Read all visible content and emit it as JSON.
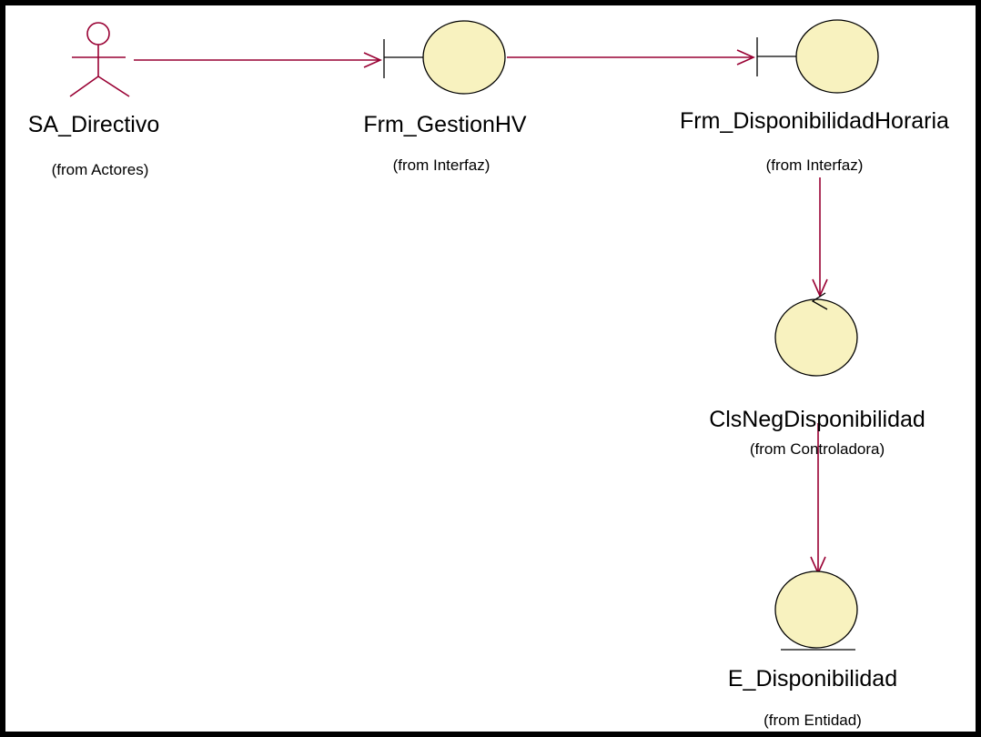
{
  "colors": {
    "link": "#990033",
    "actor": "#990033",
    "fill": "#f8f2bf",
    "outline": "#000000",
    "frame": "#000000"
  },
  "elements": {
    "actor": {
      "name": "SA_Directivo",
      "from": "(from Actores)",
      "kind": "actor",
      "icon": "actor-icon"
    },
    "gestion": {
      "name": "Frm_GestionHV",
      "from": "(from Interfaz)",
      "kind": "boundary",
      "icon": "boundary-icon"
    },
    "disponibilidad_horaria": {
      "name": "Frm_DisponibilidadHoraria",
      "from": "(from Interfaz)",
      "kind": "boundary",
      "icon": "boundary-icon"
    },
    "controladora": {
      "name": "ClsNegDisponibilidad",
      "from": "(from Controladora)",
      "kind": "control",
      "icon": "control-icon"
    },
    "entidad": {
      "name": "E_Disponibilidad",
      "from": "(from Entidad)",
      "kind": "entity",
      "icon": "entity-icon"
    }
  },
  "links": [
    {
      "from": "SA_Directivo",
      "to": "Frm_GestionHV"
    },
    {
      "from": "Frm_GestionHV",
      "to": "Frm_DisponibilidadHoraria"
    },
    {
      "from": "Frm_DisponibilidadHoraria",
      "to": "ClsNegDisponibilidad"
    },
    {
      "from": "ClsNegDisponibilidad",
      "to": "E_Disponibilidad"
    }
  ]
}
